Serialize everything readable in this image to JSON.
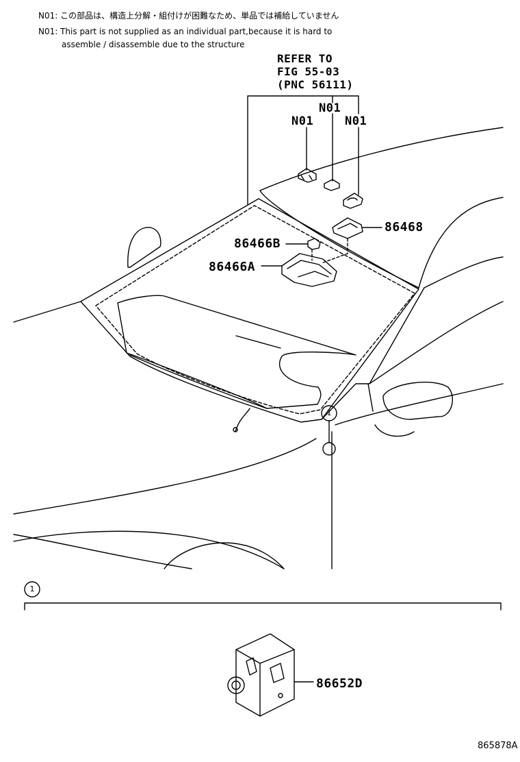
{
  "notes": {
    "jp": "N01: この部品は、構造上分解・組付けが困難なため、単品では補給していません",
    "en_line1": "N01: This part is not supplied as an individual part,because it is hard to",
    "en_line2": "assemble / disassemble due to the structure"
  },
  "refer": {
    "line1": "REFER TO",
    "line2": "FIG 55-03",
    "line3": "(PNC 56111)"
  },
  "codes": {
    "n01_left": "N01",
    "n01_mid": "N01",
    "n01_right": "N01"
  },
  "parts": {
    "p86468": "86468",
    "p86466B": "86466B",
    "p86466A": "86466A",
    "p86652D": "86652D"
  },
  "callouts": {
    "top_marker": "1",
    "section_marker": "1"
  },
  "figure_id": "865878A"
}
